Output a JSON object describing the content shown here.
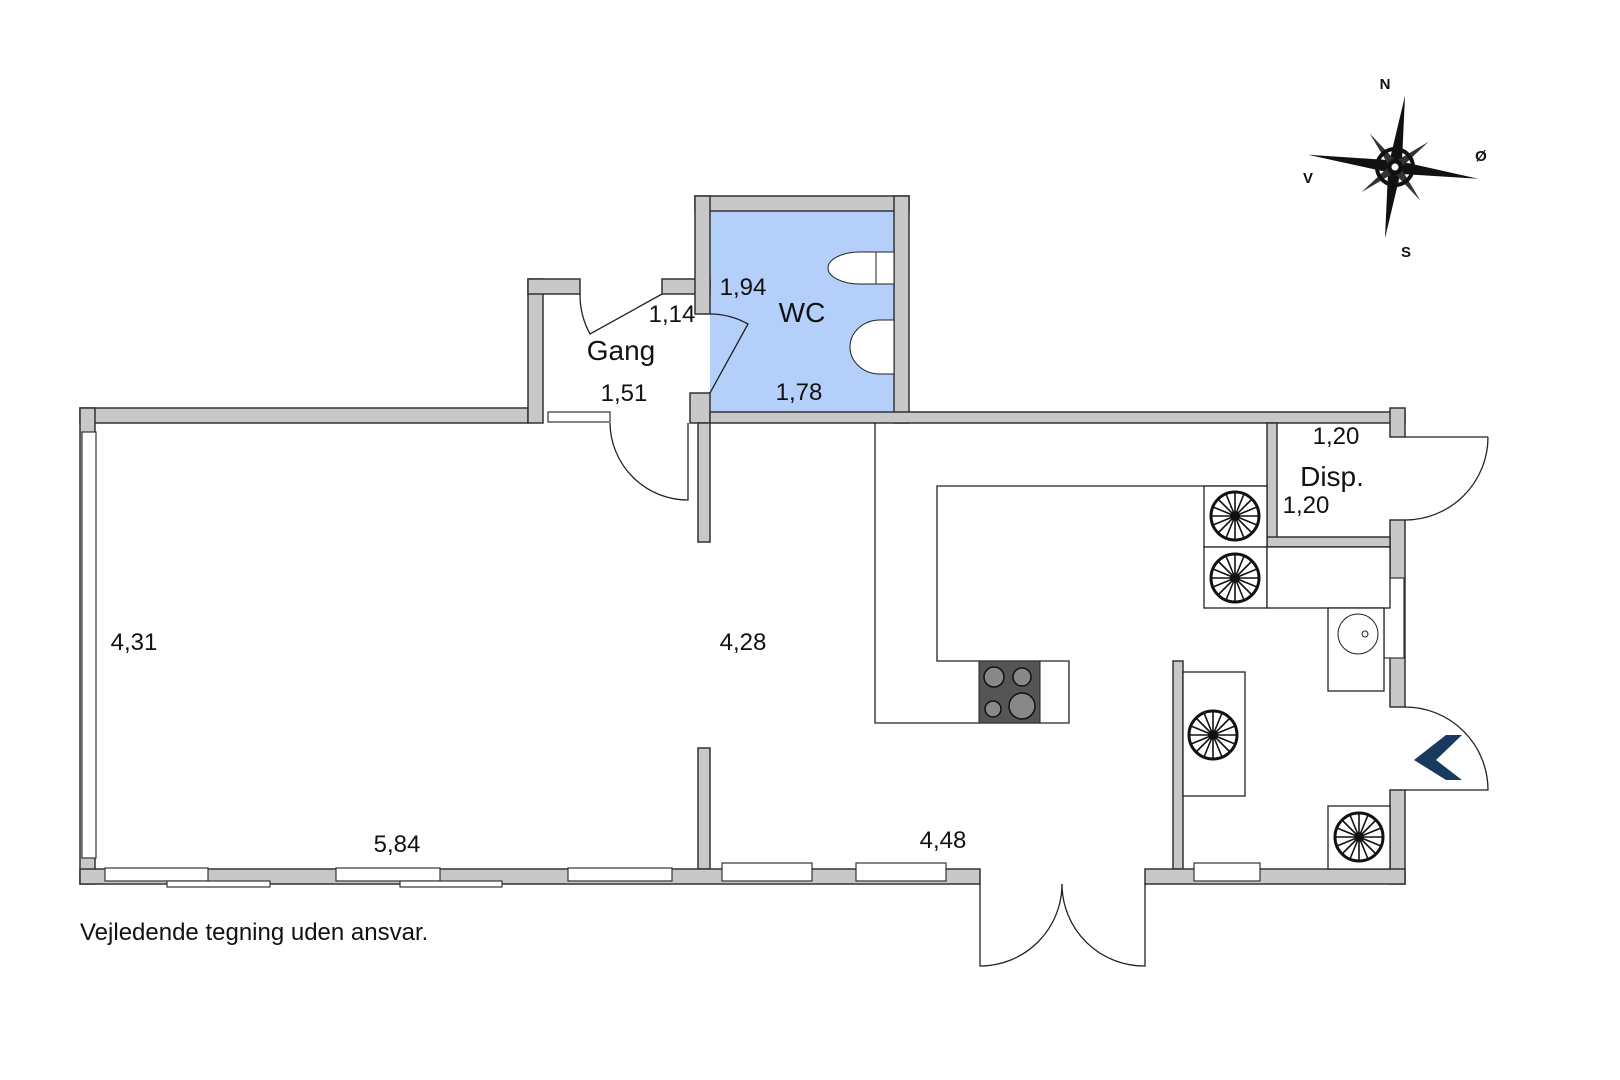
{
  "rooms": {
    "wc": {
      "name": "WC",
      "dim_a": "1,94",
      "dim_b": "1,78"
    },
    "gang": {
      "name": "Gang",
      "dim_a": "1,14",
      "dim_b": "1,51"
    },
    "disp": {
      "name": "Disp.",
      "dim_a": "1,20",
      "dim_b": "1,20"
    },
    "main": {
      "dim_left": "4,31",
      "dim_center": "4,28",
      "dim_bottom_left": "5,84",
      "dim_bottom_right": "4,48"
    }
  },
  "compass": {
    "north": "N",
    "east": "Ø",
    "south": "S",
    "west": "V"
  },
  "disclaimer": "Vejledende tegning uden ansvar.",
  "colors": {
    "wc_fill": "#b3cffa",
    "wall": "#c8c8c8",
    "entrance_arrow": "#173a5e",
    "hob": "#555555"
  }
}
